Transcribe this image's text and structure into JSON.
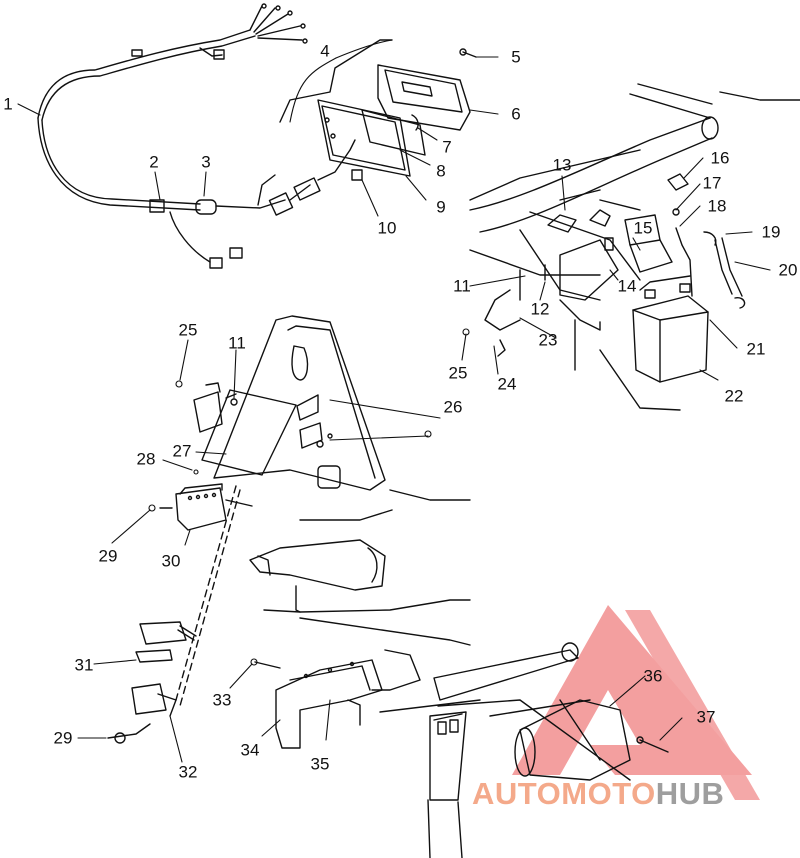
{
  "callouts": [
    {
      "id": "c1",
      "text": "1"
    },
    {
      "id": "c2",
      "text": "2"
    },
    {
      "id": "c3",
      "text": "3"
    },
    {
      "id": "c4",
      "text": "4"
    },
    {
      "id": "c5",
      "text": "5"
    },
    {
      "id": "c6",
      "text": "6"
    },
    {
      "id": "c7",
      "text": "7"
    },
    {
      "id": "c8",
      "text": "8"
    },
    {
      "id": "c9",
      "text": "9"
    },
    {
      "id": "c10",
      "text": "10"
    },
    {
      "id": "c11a",
      "text": "11"
    },
    {
      "id": "c12",
      "text": "12"
    },
    {
      "id": "c13",
      "text": "13"
    },
    {
      "id": "c14",
      "text": "14"
    },
    {
      "id": "c15",
      "text": "15"
    },
    {
      "id": "c16",
      "text": "16"
    },
    {
      "id": "c17",
      "text": "17"
    },
    {
      "id": "c18",
      "text": "18"
    },
    {
      "id": "c19",
      "text": "19"
    },
    {
      "id": "c20",
      "text": "20"
    },
    {
      "id": "c21",
      "text": "21"
    },
    {
      "id": "c22",
      "text": "22"
    },
    {
      "id": "c23",
      "text": "23"
    },
    {
      "id": "c24",
      "text": "24"
    },
    {
      "id": "c25a",
      "text": "25"
    },
    {
      "id": "c25b",
      "text": "25"
    },
    {
      "id": "c11b",
      "text": "11"
    },
    {
      "id": "c26",
      "text": "26"
    },
    {
      "id": "c27",
      "text": "27"
    },
    {
      "id": "c28",
      "text": "28"
    },
    {
      "id": "c29a",
      "text": "29"
    },
    {
      "id": "c30",
      "text": "30"
    },
    {
      "id": "c31",
      "text": "31"
    },
    {
      "id": "c29b",
      "text": "29"
    },
    {
      "id": "c32",
      "text": "32"
    },
    {
      "id": "c33",
      "text": "33"
    },
    {
      "id": "c34",
      "text": "34"
    },
    {
      "id": "c35",
      "text": "35"
    },
    {
      "id": "c36",
      "text": "36"
    },
    {
      "id": "c37",
      "text": "37"
    }
  ],
  "watermark": {
    "part1": "AUTOMOTO",
    "part2": "HUB",
    "color1": "#f4a98a",
    "color2": "#9e9e9e"
  },
  "colors": {
    "line": "#111111",
    "logo": "#f08080"
  }
}
